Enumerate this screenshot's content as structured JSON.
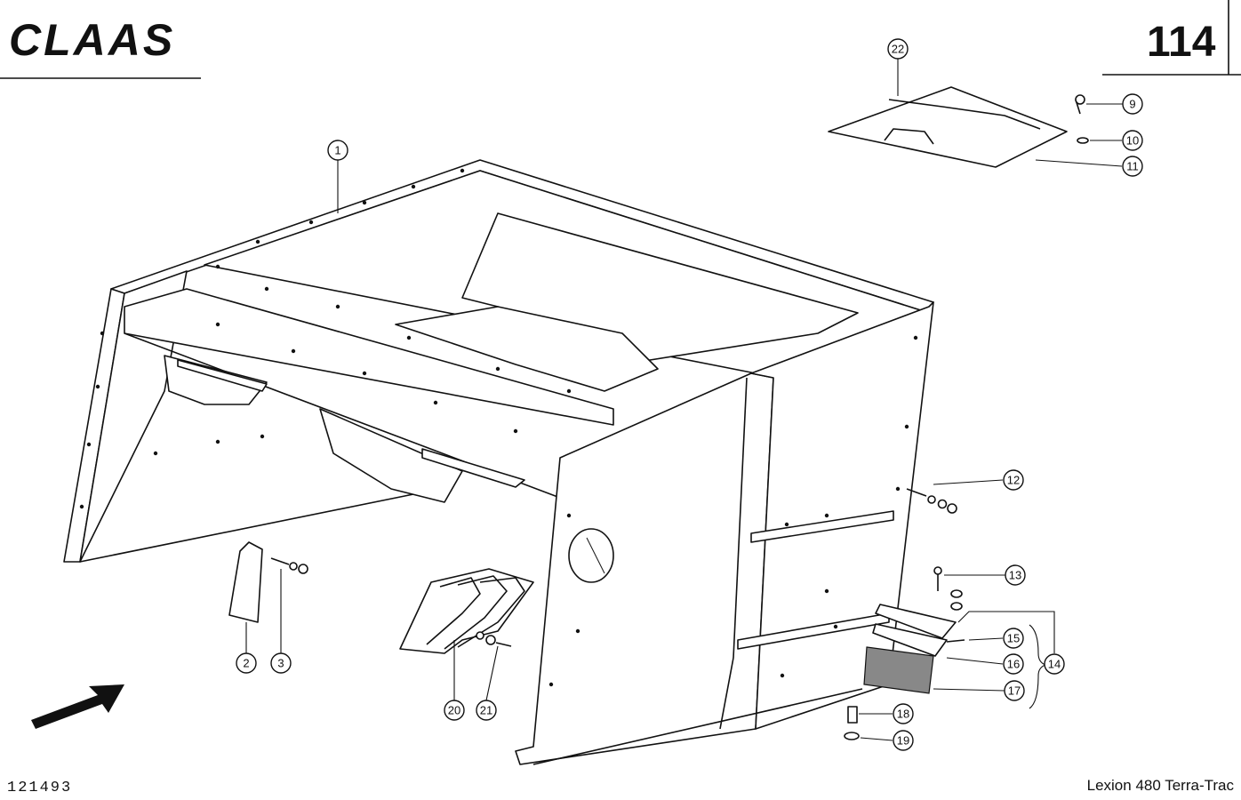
{
  "header": {
    "brand": "CLAAS",
    "page_number": "114"
  },
  "footer": {
    "document_id": "121493",
    "model": "Lexion 480 Terra-Trac"
  },
  "callouts": [
    "1",
    "2",
    "3",
    "9",
    "10",
    "11",
    "12",
    "13",
    "14",
    "15",
    "16",
    "17",
    "18",
    "19",
    "20",
    "21",
    "22"
  ],
  "icons": [
    "direction-arrow-icon"
  ]
}
